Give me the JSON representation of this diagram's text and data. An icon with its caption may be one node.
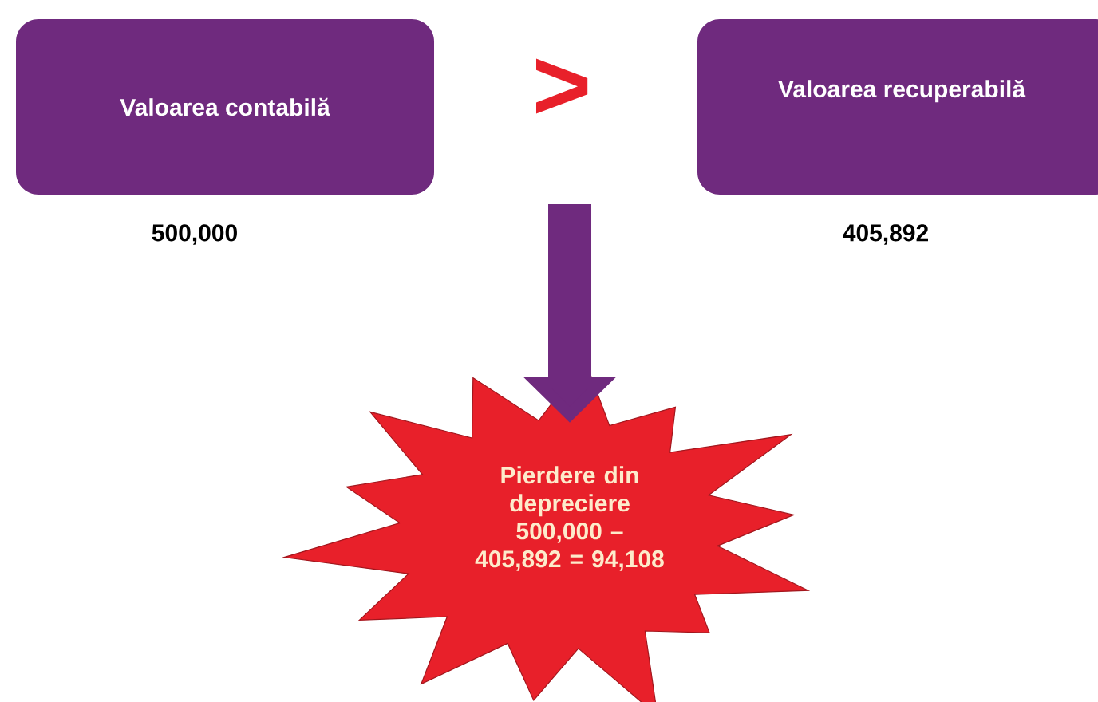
{
  "diagram": {
    "nodes": [
      {
        "text": [
          "Valoarea contabilă"
        ],
        "beside": [
          "500,000"
        ]
      },
      {
        "text": [
          "Valoarea recuperabilă"
        ],
        "beside": [
          "405,892"
        ]
      },
      {
        "text": [
          "Pierdere din depreciere",
          "500,000 – 405,892 = 94,108"
        ]
      }
    ],
    "edges": [
      {
        "from": null,
        "to": 2,
        "arrow": "to"
      }
    ],
    "labels": [
      ">"
    ]
  }
}
